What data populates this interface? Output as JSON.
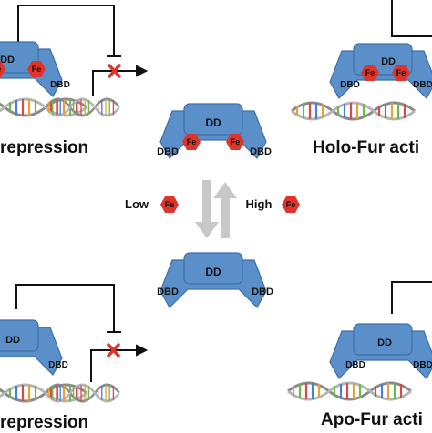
{
  "captions": {
    "top_left": "repression",
    "top_right": "Holo-Fur acti",
    "bottom_left": "repression",
    "bottom_right": "Apo-Fur acti"
  },
  "labels": {
    "dd": "DD",
    "dbd": "DBD",
    "fe": "Fe",
    "low": "Low",
    "high": "High"
  },
  "colors": {
    "protein": "#5b8fc9",
    "protein_edge": "#3f6fa6",
    "iron": "#e0342b",
    "block_mark": "#e0342b",
    "arrow_gray": "#c8c8c8",
    "dna_backbone_a": "#8a8a8a",
    "dna_backbone_b": "#b5b5b5"
  }
}
